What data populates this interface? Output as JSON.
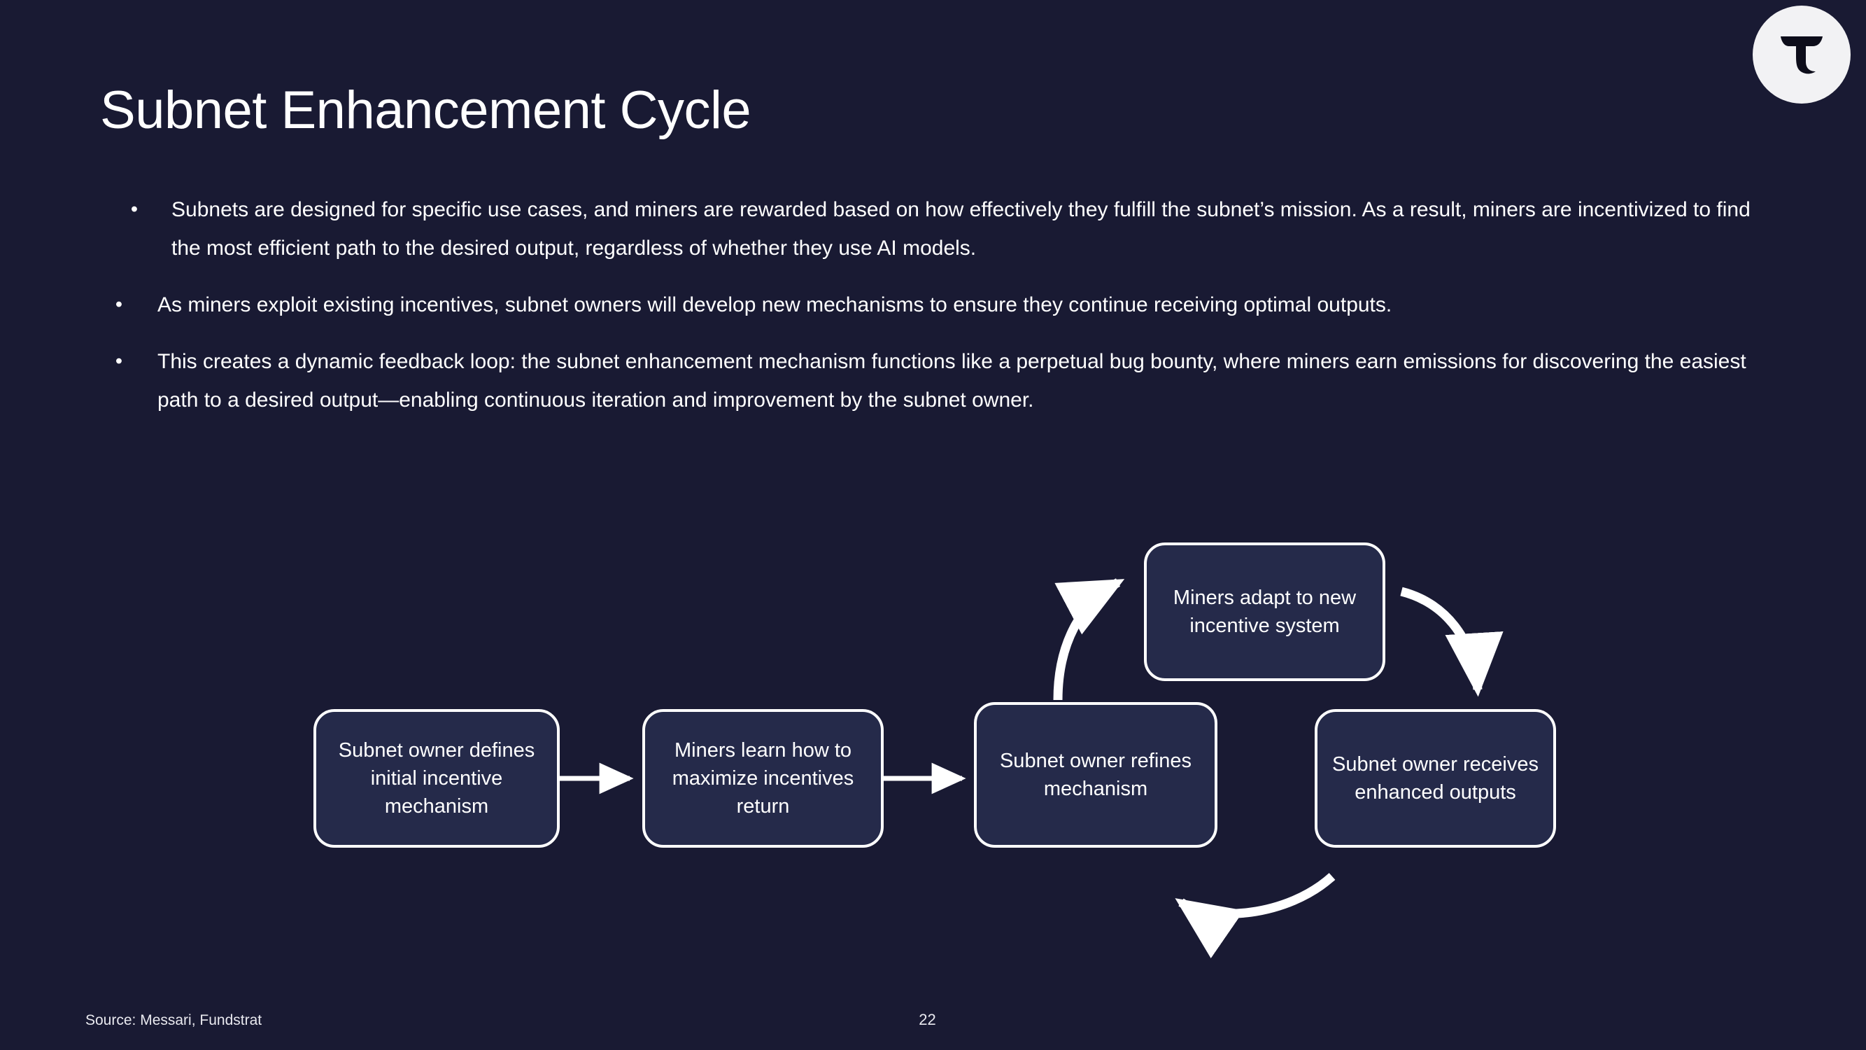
{
  "slide": {
    "title": "Subnet Enhancement Cycle",
    "background_color": "#191a33",
    "text_color": "#ffffff",
    "node_fill_color": "#252a4a",
    "node_border_color": "#ffffff"
  },
  "logo": {
    "name": "bittensor-tau-logo",
    "glyph": "τ",
    "circle_color": "#f2f2f4",
    "glyph_color": "#0d0d1a"
  },
  "bullets": [
    {
      "marker": "•",
      "text": "Subnets are designed for specific use cases, and miners are rewarded based on how effectively they fulfill the subnet’s mission. As a result, miners are incentivized to find the most efficient path to the desired output, regardless of whether they use AI models."
    },
    {
      "marker": "•",
      "text": "As miners exploit existing incentives, subnet owners will develop new mechanisms to ensure they continue receiving optimal outputs."
    },
    {
      "marker": "•",
      "text": "This creates a dynamic feedback loop: the subnet enhancement mechanism functions like a perpetual bug bounty, where miners earn emissions for discovering the easiest path to a desired output—enabling continuous iteration and improvement by the subnet owner."
    }
  ],
  "diagram": {
    "type": "cycle-flow",
    "nodes": [
      {
        "id": "define",
        "label": "Subnet owner defines initial incentive mechanism"
      },
      {
        "id": "learn",
        "label": "Miners learn how to maximize incentives return"
      },
      {
        "id": "refine",
        "label": "Subnet owner refines mechanism"
      },
      {
        "id": "adapt",
        "label": "Miners adapt to new incentive system"
      },
      {
        "id": "enhanced",
        "label": "Subnet owner receives enhanced outputs"
      }
    ],
    "edges": [
      {
        "from": "define",
        "to": "learn",
        "style": "straight-arrow-right"
      },
      {
        "from": "learn",
        "to": "refine",
        "style": "straight-arrow-right"
      },
      {
        "from": "refine",
        "to": "adapt",
        "style": "curved-arrow-up-right"
      },
      {
        "from": "adapt",
        "to": "enhanced",
        "style": "curved-arrow-down-right"
      },
      {
        "from": "enhanced",
        "to": "refine",
        "style": "curved-arrow-left"
      }
    ]
  },
  "footer": {
    "source": "Source: Messari, Fundstrat",
    "page_number": "22"
  }
}
